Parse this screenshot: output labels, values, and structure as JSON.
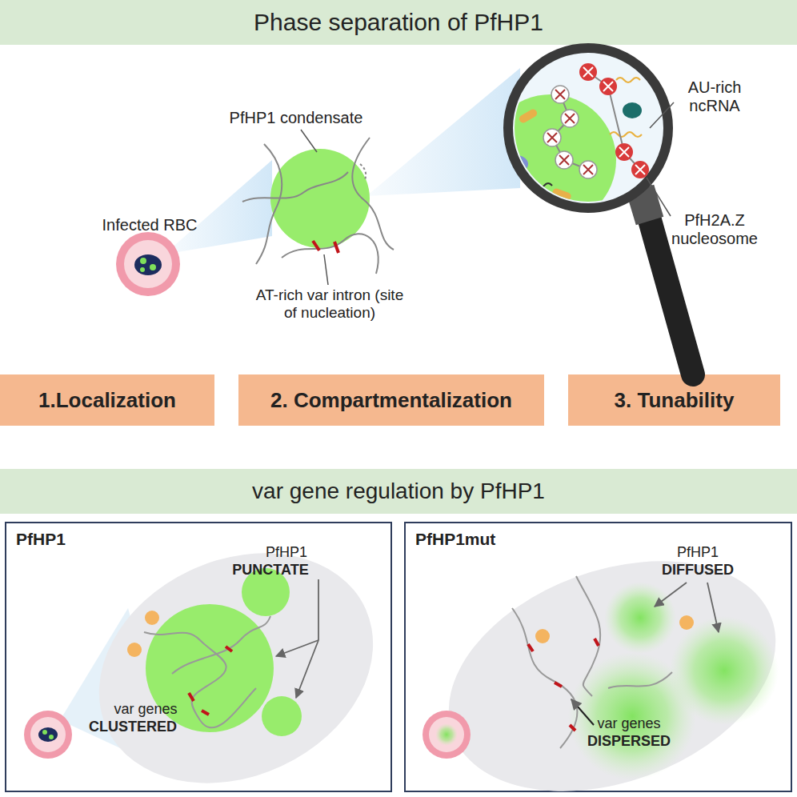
{
  "diagram": {
    "nodes": [
      {
        "text": [
          "Phase separation of PfHP1"
        ]
      },
      {
        "text": [
          "1.Localization"
        ]
      },
      {
        "text": [
          "2. Compartmentalization"
        ]
      },
      {
        "text": [
          "3. Tunability"
        ]
      },
      {
        "text": [
          "var gene regulation by PfHP1"
        ]
      },
      {
        "text": [
          "PfHP1"
        ]
      },
      {
        "text": [
          "PfHP1mut"
        ]
      }
    ],
    "labels": [
      "Infected RBC",
      "PfHP1 condensate",
      "AT-rich var intron (site of nucleation)",
      "AU-rich ncRNA",
      "PfH2A.Z nucleosome",
      "PfHP1",
      "PUNCTATE",
      "var genes",
      "CLUSTERED",
      "PfHP1",
      "DIFFUSED",
      "var genes",
      "DISPERSED"
    ]
  }
}
